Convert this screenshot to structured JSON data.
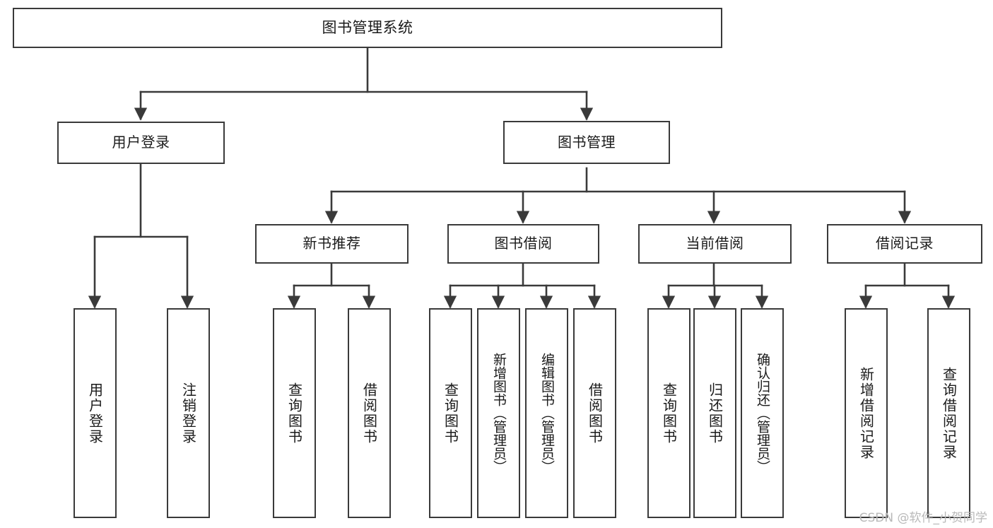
{
  "diagram": {
    "title": "图书管理系统",
    "type": "tree-hierarchy",
    "watermark": "CSDN @软件_小贺同学",
    "colors": {
      "stroke": "#3a3a3a",
      "fill": "#ffffff",
      "text": "#1a1a1a",
      "watermark": "#b9b9b9"
    },
    "nodes": {
      "root": {
        "label": "图书管理系统",
        "level": 1
      },
      "l2": [
        {
          "id": "user-login",
          "label": "用户登录",
          "level": 2
        },
        {
          "id": "book-manage",
          "label": "图书管理",
          "level": 2
        }
      ],
      "l3": [
        {
          "id": "new-book-recommend",
          "label": "新书推荐",
          "level": 3,
          "parent": "book-manage"
        },
        {
          "id": "book-borrow",
          "label": "图书借阅",
          "level": 3,
          "parent": "book-manage"
        },
        {
          "id": "current-borrow",
          "label": "当前借阅",
          "level": 3,
          "parent": "book-manage"
        },
        {
          "id": "borrow-record",
          "label": "借阅记录",
          "level": 3,
          "parent": "book-manage"
        }
      ],
      "leaves": [
        {
          "id": "leaf-user-login",
          "label": "用户登录",
          "parent": "user-login"
        },
        {
          "id": "leaf-user-logout",
          "label": "注销登录",
          "parent": "user-login"
        },
        {
          "id": "leaf-query-book-1",
          "label": "查询图书",
          "parent": "new-book-recommend"
        },
        {
          "id": "leaf-borrow-book-1",
          "label": "借阅图书",
          "parent": "new-book-recommend"
        },
        {
          "id": "leaf-query-book-2",
          "label": "查询图书",
          "parent": "book-borrow"
        },
        {
          "id": "leaf-add-book",
          "label": "新增图书（管理员）",
          "parent": "book-borrow"
        },
        {
          "id": "leaf-edit-book",
          "label": "编辑图书（管理员）",
          "parent": "book-borrow"
        },
        {
          "id": "leaf-borrow-book-2",
          "label": "借阅图书",
          "parent": "book-borrow"
        },
        {
          "id": "leaf-query-book-3",
          "label": "查询图书",
          "parent": "current-borrow"
        },
        {
          "id": "leaf-return-book",
          "label": "归还图书",
          "parent": "current-borrow"
        },
        {
          "id": "leaf-confirm-return",
          "label": "确认归还（管理员）",
          "parent": "current-borrow"
        },
        {
          "id": "leaf-add-record",
          "label": "新增借阅记录",
          "parent": "borrow-record"
        },
        {
          "id": "leaf-query-record",
          "label": "查询借阅记录",
          "parent": "borrow-record"
        }
      ]
    }
  }
}
